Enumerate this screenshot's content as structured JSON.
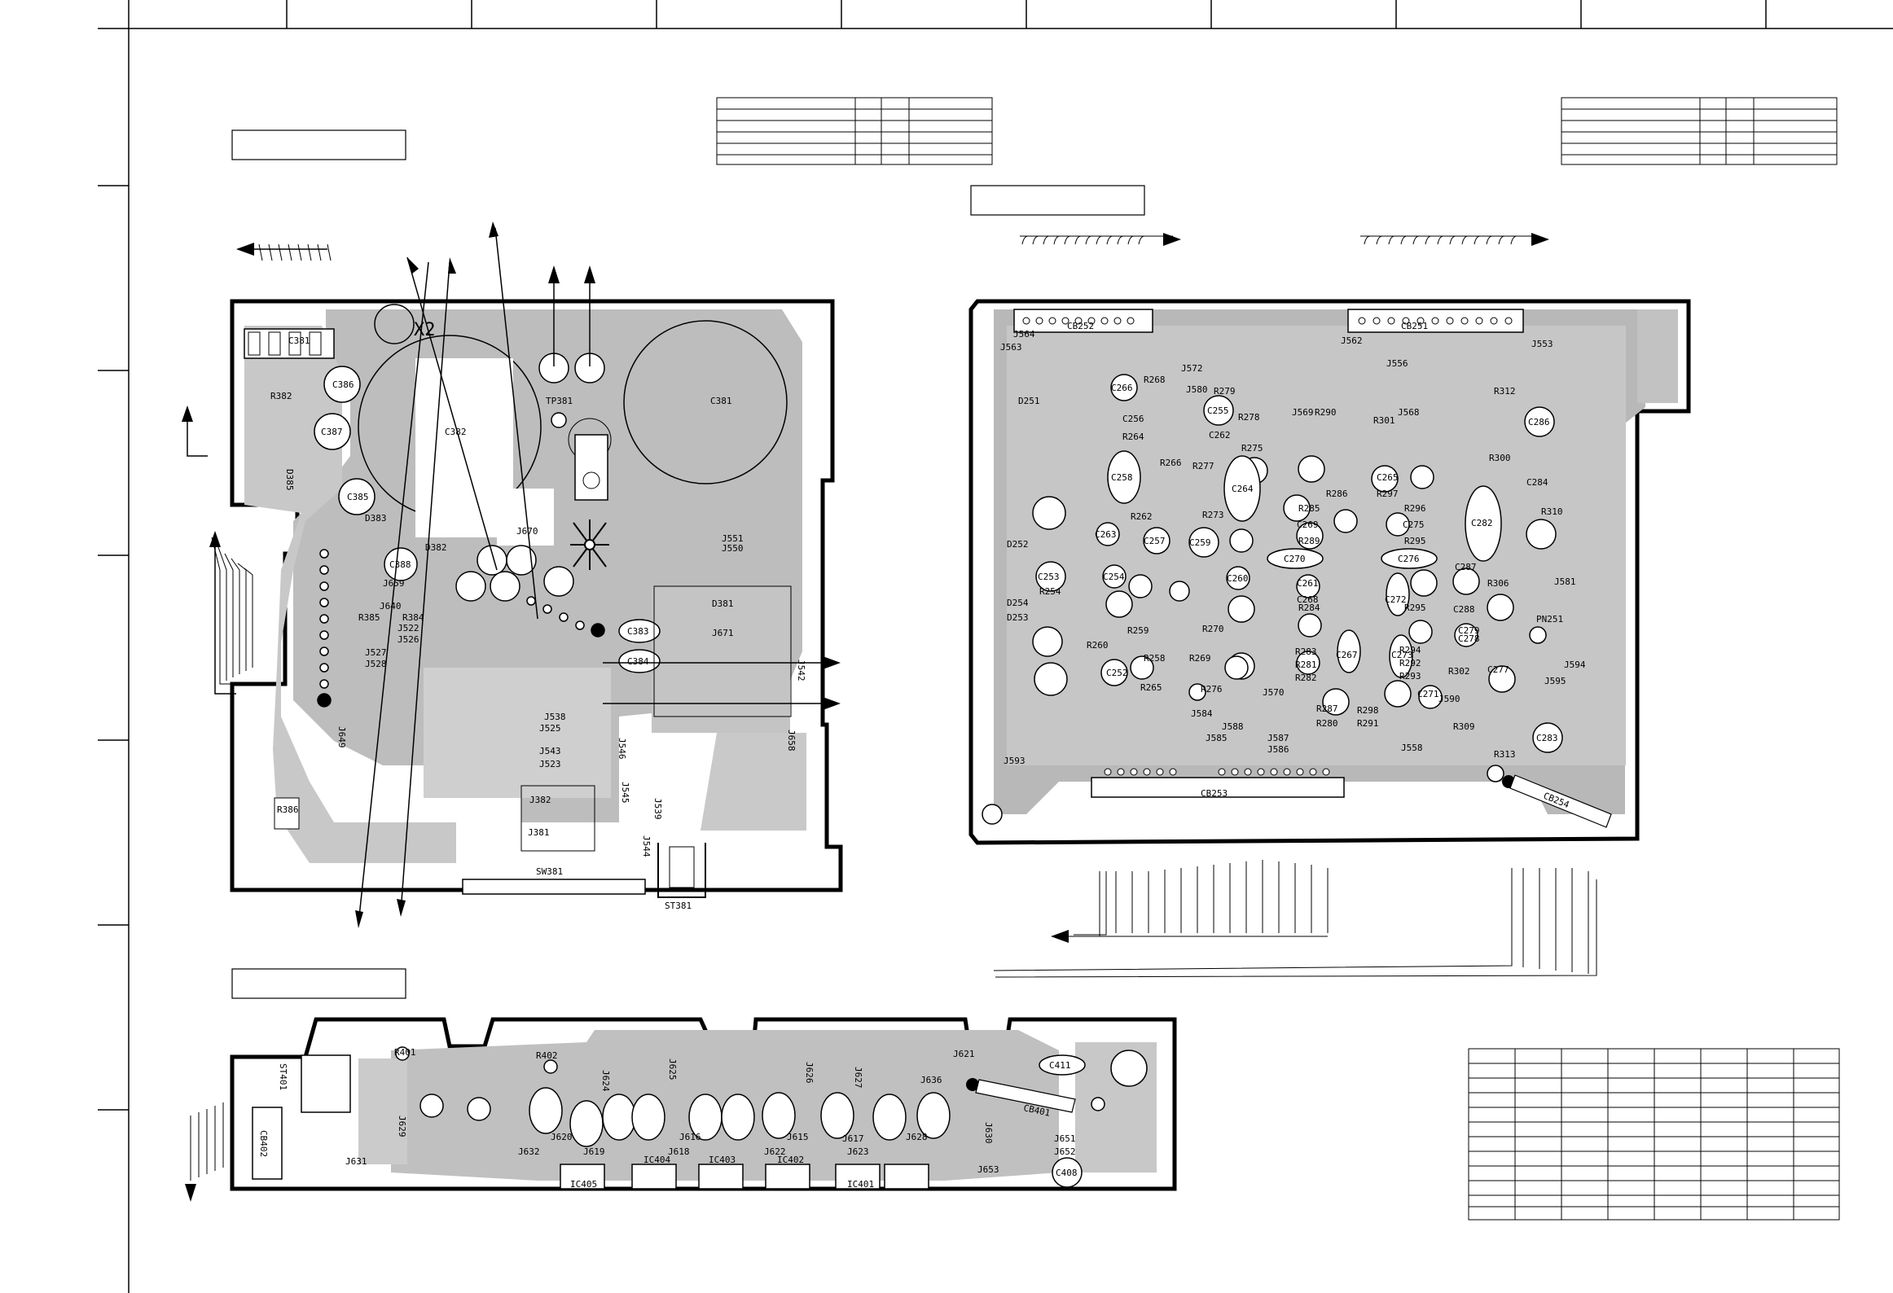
{
  "power_board": {
    "components": [
      {
        "id": "c381_top",
        "text": "C381"
      },
      {
        "id": "x2",
        "text": "X2"
      },
      {
        "id": "r382",
        "text": "R382"
      },
      {
        "id": "c386",
        "text": "C386"
      },
      {
        "id": "c387",
        "text": "C387"
      },
      {
        "id": "c382",
        "text": "C382"
      },
      {
        "id": "tp381",
        "text": "TP381"
      },
      {
        "id": "c381_big",
        "text": "C381"
      },
      {
        "id": "d385",
        "text": "D385"
      },
      {
        "id": "c385",
        "text": "C385"
      },
      {
        "id": "d383",
        "text": "D383"
      },
      {
        "id": "d382",
        "text": "D382"
      },
      {
        "id": "c388",
        "text": "C388"
      },
      {
        "id": "j670",
        "text": "J670"
      },
      {
        "id": "j551",
        "text": "J551"
      },
      {
        "id": "j550",
        "text": "J550"
      },
      {
        "id": "j659",
        "text": "J659"
      },
      {
        "id": "j640",
        "text": "J640"
      },
      {
        "id": "r385",
        "text": "R385"
      },
      {
        "id": "r384",
        "text": "R384"
      },
      {
        "id": "j522",
        "text": "J522"
      },
      {
        "id": "j526",
        "text": "J526"
      },
      {
        "id": "j527",
        "text": "J527"
      },
      {
        "id": "j528",
        "text": "J528"
      },
      {
        "id": "d381",
        "text": "D381"
      },
      {
        "id": "j671",
        "text": "J671"
      },
      {
        "id": "c383",
        "text": "C383"
      },
      {
        "id": "c384",
        "text": "C384"
      },
      {
        "id": "j542",
        "text": "J542"
      },
      {
        "id": "j538",
        "text": "J538"
      },
      {
        "id": "j525",
        "text": "J525"
      },
      {
        "id": "j543",
        "text": "J543"
      },
      {
        "id": "j523",
        "text": "J523"
      },
      {
        "id": "j545",
        "text": "J545"
      },
      {
        "id": "j546",
        "text": "J546"
      },
      {
        "id": "j658",
        "text": "J658"
      },
      {
        "id": "j539",
        "text": "J539"
      },
      {
        "id": "j544",
        "text": "J544"
      },
      {
        "id": "j649",
        "text": "J649"
      },
      {
        "id": "r386",
        "text": "R386"
      },
      {
        "id": "j382",
        "text": "J382"
      },
      {
        "id": "j381",
        "text": "J381"
      },
      {
        "id": "sw381",
        "text": "SW381"
      },
      {
        "id": "st381",
        "text": "ST381"
      }
    ]
  },
  "main_board": {
    "components": [
      {
        "id": "j564",
        "text": "J564"
      },
      {
        "id": "cb252",
        "text": "CB252"
      },
      {
        "id": "j563",
        "text": "J563"
      },
      {
        "id": "cb251",
        "text": "CB251"
      },
      {
        "id": "j562",
        "text": "J562"
      },
      {
        "id": "j553",
        "text": "J553"
      },
      {
        "id": "c266",
        "text": "C266"
      },
      {
        "id": "r268",
        "text": "R268"
      },
      {
        "id": "j572",
        "text": "J572"
      },
      {
        "id": "j580",
        "text": "J580"
      },
      {
        "id": "r279",
        "text": "R279"
      },
      {
        "id": "c255",
        "text": "C255"
      },
      {
        "id": "r278",
        "text": "R278"
      },
      {
        "id": "j569",
        "text": "J569"
      },
      {
        "id": "r290",
        "text": "R290"
      },
      {
        "id": "r301",
        "text": "R301"
      },
      {
        "id": "j556",
        "text": "J556"
      },
      {
        "id": "j568",
        "text": "J568"
      },
      {
        "id": "r312",
        "text": "R312"
      },
      {
        "id": "c286",
        "text": "C286"
      },
      {
        "id": "d251",
        "text": "D251"
      },
      {
        "id": "c256",
        "text": "C256"
      },
      {
        "id": "r264",
        "text": "R264"
      },
      {
        "id": "c262",
        "text": "C262"
      },
      {
        "id": "r275",
        "text": "R275"
      },
      {
        "id": "r300",
        "text": "R300"
      },
      {
        "id": "c258",
        "text": "C258"
      },
      {
        "id": "r266",
        "text": "R266"
      },
      {
        "id": "r277",
        "text": "R277"
      },
      {
        "id": "c264",
        "text": "C264"
      },
      {
        "id": "c265",
        "text": "C265"
      },
      {
        "id": "r297",
        "text": "R297"
      },
      {
        "id": "r286",
        "text": "R286"
      },
      {
        "id": "c282",
        "text": "C282"
      },
      {
        "id": "c284",
        "text": "C284"
      },
      {
        "id": "r310",
        "text": "R310"
      },
      {
        "id": "r262",
        "text": "R262"
      },
      {
        "id": "r273",
        "text": "R273"
      },
      {
        "id": "r285",
        "text": "R285"
      },
      {
        "id": "r296",
        "text": "R296"
      },
      {
        "id": "c263",
        "text": "C263"
      },
      {
        "id": "c257",
        "text": "C257"
      },
      {
        "id": "c259",
        "text": "C259"
      },
      {
        "id": "c269",
        "text": "C269"
      },
      {
        "id": "c275",
        "text": "C275"
      },
      {
        "id": "d252",
        "text": "D252"
      },
      {
        "id": "c253",
        "text": "C253"
      },
      {
        "id": "r289",
        "text": "R289"
      },
      {
        "id": "r295",
        "text": "R295"
      },
      {
        "id": "c270",
        "text": "C270"
      },
      {
        "id": "c276",
        "text": "C276"
      },
      {
        "id": "c254",
        "text": "C254"
      },
      {
        "id": "c260",
        "text": "C260"
      },
      {
        "id": "c261",
        "text": "C261"
      },
      {
        "id": "c268",
        "text": "C268"
      },
      {
        "id": "c287",
        "text": "C287"
      },
      {
        "id": "c288",
        "text": "C288"
      },
      {
        "id": "r254",
        "text": "R254"
      },
      {
        "id": "r306",
        "text": "R306"
      },
      {
        "id": "j581",
        "text": "J581"
      },
      {
        "id": "d254",
        "text": "D254"
      },
      {
        "id": "d253",
        "text": "D253"
      },
      {
        "id": "r284",
        "text": "R284"
      },
      {
        "id": "r295b",
        "text": "R295"
      },
      {
        "id": "c272",
        "text": "C272"
      },
      {
        "id": "c278",
        "text": "C278"
      },
      {
        "id": "r259",
        "text": "R259"
      },
      {
        "id": "r270",
        "text": "R270"
      },
      {
        "id": "c267",
        "text": "C267"
      },
      {
        "id": "c273",
        "text": "C273"
      },
      {
        "id": "c279",
        "text": "C279"
      },
      {
        "id": "pn251",
        "text": "PN251"
      },
      {
        "id": "r260",
        "text": "R260"
      },
      {
        "id": "r258",
        "text": "R258"
      },
      {
        "id": "r269",
        "text": "R269"
      },
      {
        "id": "r283",
        "text": "R283"
      },
      {
        "id": "r281",
        "text": "R281"
      },
      {
        "id": "r282",
        "text": "R282"
      },
      {
        "id": "r294",
        "text": "R294"
      },
      {
        "id": "r292",
        "text": "R292"
      },
      {
        "id": "r293",
        "text": "R293"
      },
      {
        "id": "r302",
        "text": "R302"
      },
      {
        "id": "c277",
        "text": "C277"
      },
      {
        "id": "j594",
        "text": "J594"
      },
      {
        "id": "j595",
        "text": "J595"
      },
      {
        "id": "c252",
        "text": "C252"
      },
      {
        "id": "r265",
        "text": "R265"
      },
      {
        "id": "r276",
        "text": "R276"
      },
      {
        "id": "j570",
        "text": "J570"
      },
      {
        "id": "c271",
        "text": "C271"
      },
      {
        "id": "j590",
        "text": "J590"
      },
      {
        "id": "c283",
        "text": "C283"
      },
      {
        "id": "j584",
        "text": "J584"
      },
      {
        "id": "r287",
        "text": "R287"
      },
      {
        "id": "r298",
        "text": "R298"
      },
      {
        "id": "r280",
        "text": "R280"
      },
      {
        "id": "r291",
        "text": "R291"
      },
      {
        "id": "r309",
        "text": "R309"
      },
      {
        "id": "j588",
        "text": "J588"
      },
      {
        "id": "j585",
        "text": "J585"
      },
      {
        "id": "j587",
        "text": "J587"
      },
      {
        "id": "j586",
        "text": "J586"
      },
      {
        "id": "j558",
        "text": "J558"
      },
      {
        "id": "r313",
        "text": "R313"
      },
      {
        "id": "j593",
        "text": "J593"
      },
      {
        "id": "cb253",
        "text": "CB253"
      },
      {
        "id": "cb254",
        "text": "CB254"
      }
    ]
  },
  "display_board": {
    "components": [
      {
        "id": "r401",
        "text": "R401"
      },
      {
        "id": "r402",
        "text": "R402"
      },
      {
        "id": "st401",
        "text": "ST401"
      },
      {
        "id": "cb402",
        "text": "CB402"
      },
      {
        "id": "j629",
        "text": "J629"
      },
      {
        "id": "j631",
        "text": "J631"
      },
      {
        "id": "j624",
        "text": "J624"
      },
      {
        "id": "j625",
        "text": "J625"
      },
      {
        "id": "j626",
        "text": "J626"
      },
      {
        "id": "j627",
        "text": "J627"
      },
      {
        "id": "j621",
        "text": "J621"
      },
      {
        "id": "j636",
        "text": "J636"
      },
      {
        "id": "c411",
        "text": "C411"
      },
      {
        "id": "cb401",
        "text": "CB401"
      },
      {
        "id": "j620",
        "text": "J620"
      },
      {
        "id": "j632",
        "text": "J632"
      },
      {
        "id": "j619",
        "text": "J619"
      },
      {
        "id": "j616",
        "text": "J616"
      },
      {
        "id": "j618",
        "text": "J618"
      },
      {
        "id": "j615",
        "text": "J615"
      },
      {
        "id": "j622",
        "text": "J622"
      },
      {
        "id": "j617",
        "text": "J617"
      },
      {
        "id": "j623",
        "text": "J623"
      },
      {
        "id": "j628",
        "text": "J628"
      },
      {
        "id": "j630",
        "text": "J630"
      },
      {
        "id": "j651",
        "text": "J651"
      },
      {
        "id": "j652",
        "text": "J652"
      },
      {
        "id": "j653",
        "text": "J653"
      },
      {
        "id": "c408",
        "text": "C408"
      },
      {
        "id": "ic405",
        "text": "IC405"
      },
      {
        "id": "ic404",
        "text": "IC404"
      },
      {
        "id": "ic403",
        "text": "IC403"
      },
      {
        "id": "ic402",
        "text": "IC402"
      },
      {
        "id": "ic401",
        "text": "IC401"
      }
    ]
  }
}
